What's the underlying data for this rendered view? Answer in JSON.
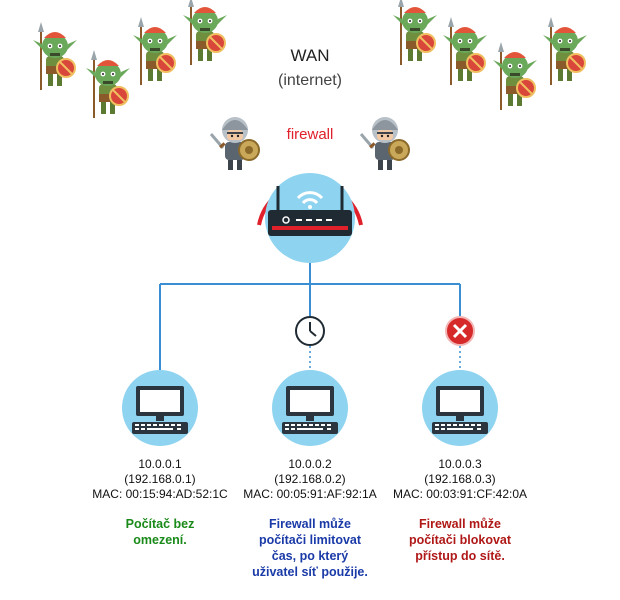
{
  "wan": {
    "title": "WAN",
    "subtitle": "(internet)"
  },
  "firewall": {
    "label": "firewall",
    "color": "#e0202a"
  },
  "colors": {
    "circle": "#8ed3ef",
    "line": "#3a8fd4",
    "router_body": "#1f2a33",
    "accent_red": "#e0202a"
  },
  "icons": {
    "attackers": "goblin-icon",
    "guards": "knight-icon",
    "router": "wifi-router-icon",
    "timer": "clock-icon",
    "blocked": "close-icon",
    "computer": "computer-icon"
  },
  "clients": [
    {
      "ip": "10.0.0.1",
      "lan_ip": "(192.168.0.1)",
      "mac": "MAC: 00:15:94:AD:52:1C",
      "note": [
        "Počítač bez",
        "omezení."
      ]
    },
    {
      "ip": "10.0.0.2",
      "lan_ip": "(192.168.0.2)",
      "mac": "MAC: 00:05:91:AF:92:1A",
      "note": [
        "Firewall může",
        "počítači limitovat",
        "čas, po který",
        "uživatel síť použije."
      ]
    },
    {
      "ip": "10.0.0.3",
      "lan_ip": "(192.168.0.3)",
      "mac": "MAC: 00:03:91:CF:42:0A",
      "note": [
        "Firewall může",
        "počítači blokovat",
        "přístup do sítě."
      ]
    }
  ]
}
